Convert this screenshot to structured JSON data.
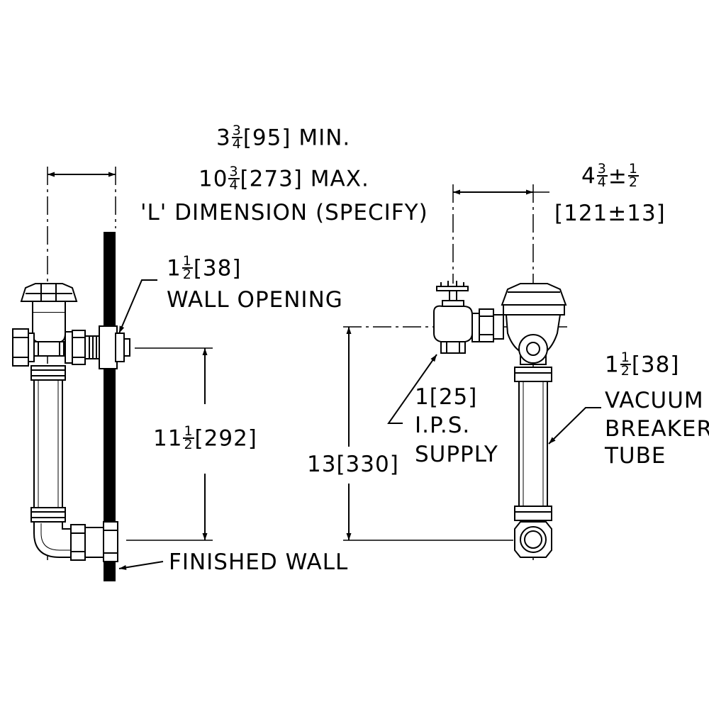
{
  "dim_l": {
    "min_whole": "3",
    "min_num": "3",
    "min_den": "4",
    "min_rest": "[95]  MIN.",
    "max_whole": "10",
    "max_num": "3",
    "max_den": "4",
    "max_rest": "[273]  MAX.",
    "note": "'L'  DIMENSION  (SPECIFY)"
  },
  "dim_offset": {
    "whole": "4",
    "num": "3",
    "den": "4",
    "pm": "±",
    "pm_num": "1",
    "pm_den": "2",
    "metric": "[121±13]"
  },
  "wall_opening": {
    "whole": "1",
    "num": "1",
    "den": "2",
    "metric": "[38]",
    "label": "WALL  OPENING"
  },
  "dim_height_a": {
    "whole": "11",
    "num": "1",
    "den": "2",
    "metric": "[292]"
  },
  "dim_height_b": {
    "value": "13[330]"
  },
  "supply": {
    "size": "1[25]",
    "line2": "I.P.S.",
    "line3": "SUPPLY"
  },
  "vacuum": {
    "whole": "1",
    "num": "1",
    "den": "2",
    "metric": "[38]",
    "line2": "VACUUM",
    "line3": "BREAKER",
    "line4": "TUBE"
  },
  "finished_wall": {
    "label": "FINISHED  WALL"
  }
}
